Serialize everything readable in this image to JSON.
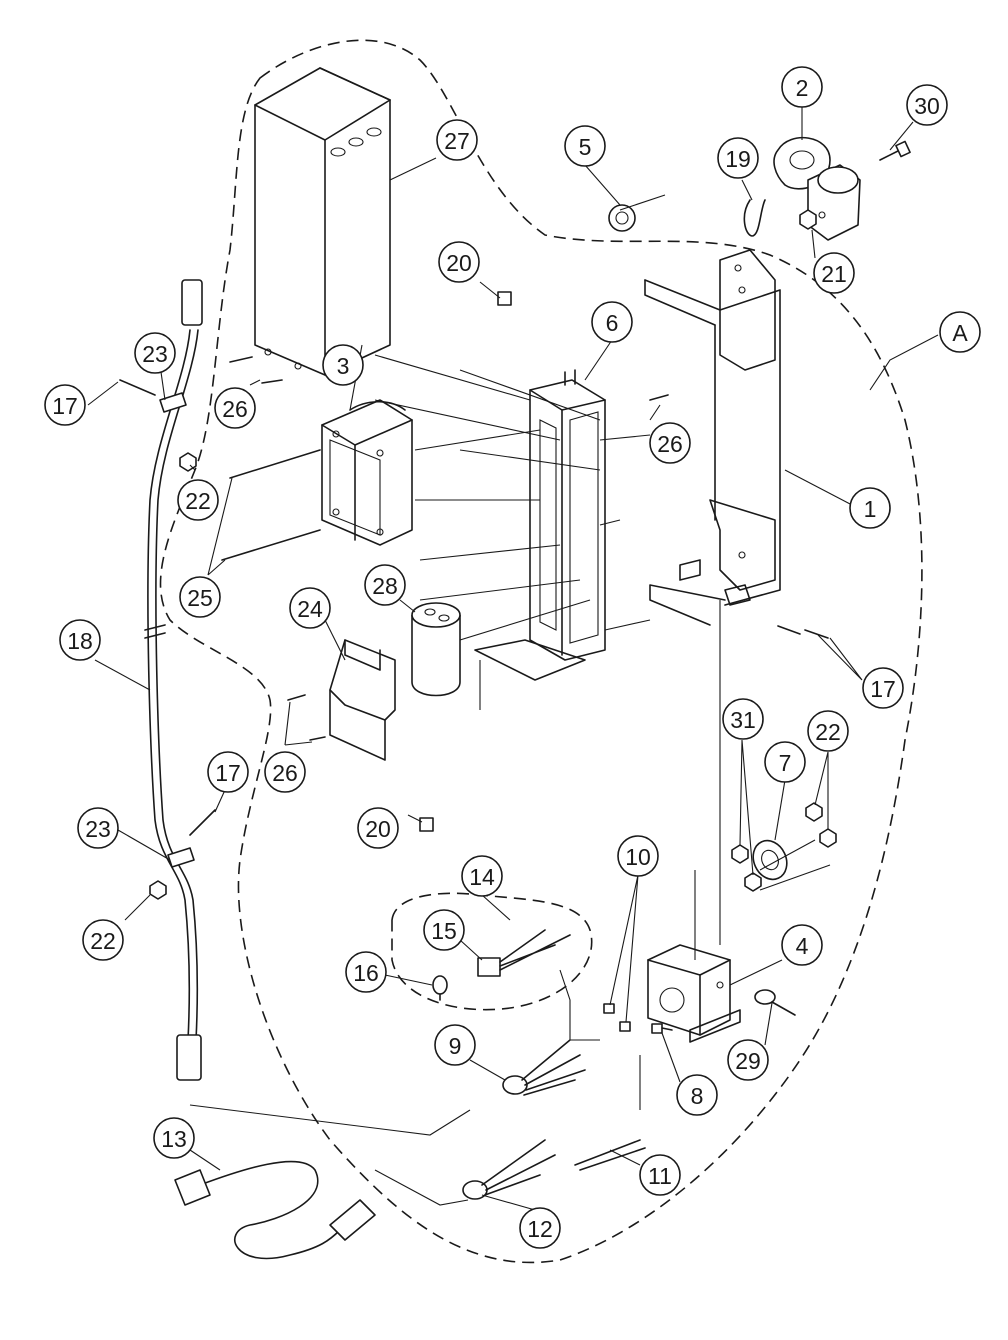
{
  "diagram": {
    "ink_color": "#1a1a1a",
    "background": "#ffffff",
    "assembly_label": "A",
    "callouts": [
      {
        "id": "c1",
        "label": "1"
      },
      {
        "id": "c2",
        "label": "2"
      },
      {
        "id": "c3",
        "label": "3"
      },
      {
        "id": "c4",
        "label": "4"
      },
      {
        "id": "c5",
        "label": "5"
      },
      {
        "id": "c6",
        "label": "6"
      },
      {
        "id": "c7",
        "label": "7"
      },
      {
        "id": "c8",
        "label": "8"
      },
      {
        "id": "c9",
        "label": "9"
      },
      {
        "id": "c10",
        "label": "10"
      },
      {
        "id": "c11",
        "label": "11"
      },
      {
        "id": "c12",
        "label": "12"
      },
      {
        "id": "c13",
        "label": "13"
      },
      {
        "id": "c14",
        "label": "14"
      },
      {
        "id": "c15",
        "label": "15"
      },
      {
        "id": "c16",
        "label": "16"
      },
      {
        "id": "c17a",
        "label": "17"
      },
      {
        "id": "c17b",
        "label": "17"
      },
      {
        "id": "c17c",
        "label": "17"
      },
      {
        "id": "c18",
        "label": "18"
      },
      {
        "id": "c19",
        "label": "19"
      },
      {
        "id": "c20a",
        "label": "20"
      },
      {
        "id": "c20b",
        "label": "20"
      },
      {
        "id": "c21",
        "label": "21"
      },
      {
        "id": "c22a",
        "label": "22"
      },
      {
        "id": "c22b",
        "label": "22"
      },
      {
        "id": "c22c",
        "label": "22"
      },
      {
        "id": "c23a",
        "label": "23"
      },
      {
        "id": "c23b",
        "label": "23"
      },
      {
        "id": "c24",
        "label": "24"
      },
      {
        "id": "c25",
        "label": "25"
      },
      {
        "id": "c26a",
        "label": "26"
      },
      {
        "id": "c26b",
        "label": "26"
      },
      {
        "id": "c26c",
        "label": "26"
      },
      {
        "id": "c27",
        "label": "27"
      },
      {
        "id": "c28",
        "label": "28"
      },
      {
        "id": "c29",
        "label": "29"
      },
      {
        "id": "c30",
        "label": "30"
      },
      {
        "id": "c31",
        "label": "31"
      }
    ]
  }
}
